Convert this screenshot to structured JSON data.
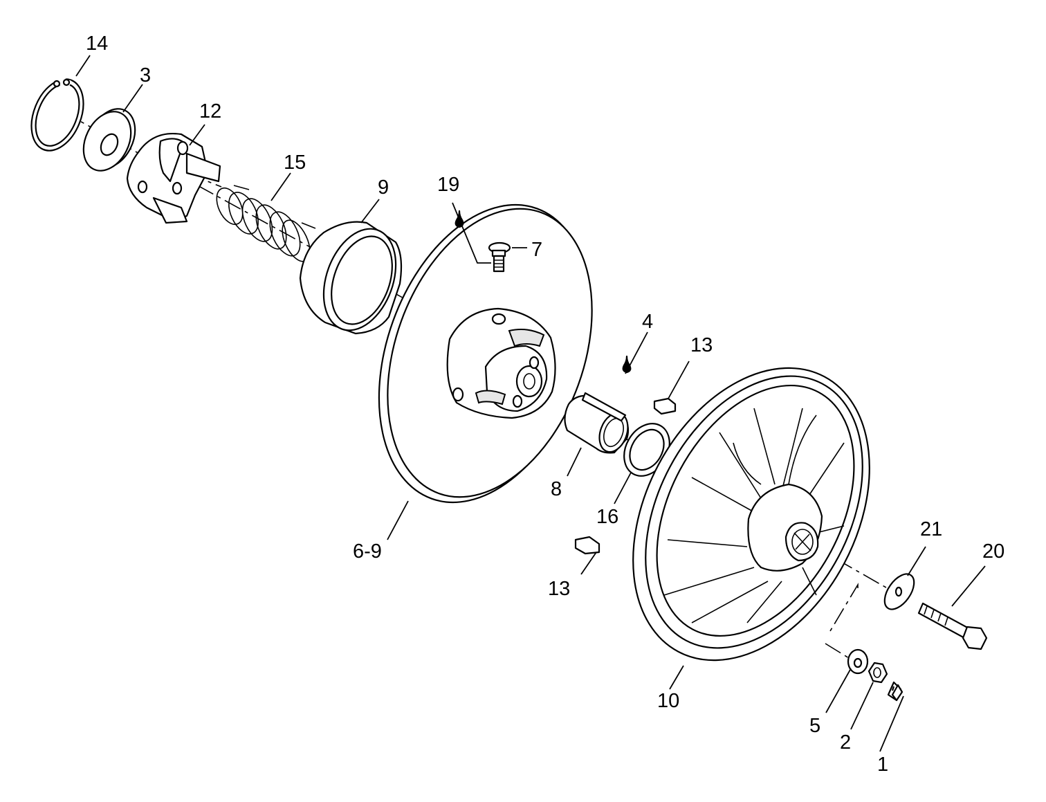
{
  "callouts": [
    {
      "id": "c14",
      "text": "14"
    },
    {
      "id": "c3",
      "text": "3"
    },
    {
      "id": "c12",
      "text": "12"
    },
    {
      "id": "c15",
      "text": "15"
    },
    {
      "id": "c9",
      "text": "9"
    },
    {
      "id": "c19",
      "text": "19"
    },
    {
      "id": "c7",
      "text": "7"
    },
    {
      "id": "c4",
      "text": "4"
    },
    {
      "id": "c13a",
      "text": "13"
    },
    {
      "id": "c8",
      "text": "8"
    },
    {
      "id": "c16",
      "text": "16"
    },
    {
      "id": "c6_9",
      "text": "6-9"
    },
    {
      "id": "c13b",
      "text": "13"
    },
    {
      "id": "c21",
      "text": "21"
    },
    {
      "id": "c20",
      "text": "20"
    },
    {
      "id": "c10",
      "text": "10"
    },
    {
      "id": "c5",
      "text": "5"
    },
    {
      "id": "c2",
      "text": "2"
    },
    {
      "id": "c1",
      "text": "1"
    }
  ]
}
